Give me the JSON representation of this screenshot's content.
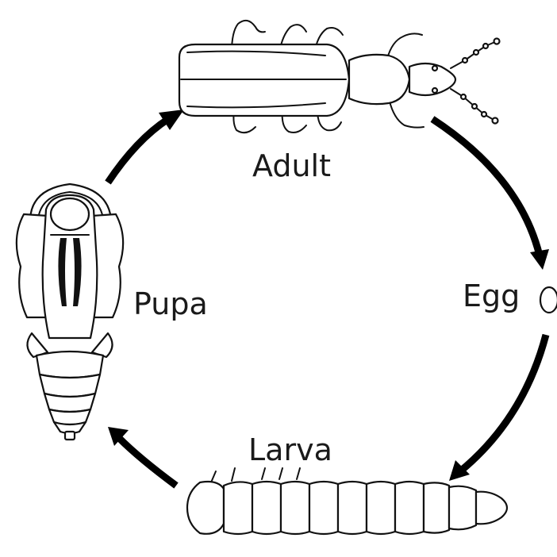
{
  "diagram": {
    "stages": [
      {
        "id": "adult",
        "label": "Adult",
        "icon": "beetle-adult-icon"
      },
      {
        "id": "egg",
        "label": "Egg",
        "icon": "egg-icon"
      },
      {
        "id": "larva",
        "label": "Larva",
        "icon": "larva-icon"
      },
      {
        "id": "pupa",
        "label": "Pupa",
        "icon": "pupa-icon"
      }
    ],
    "cycle_order": [
      "adult",
      "egg",
      "larva",
      "pupa"
    ],
    "colors": {
      "ink": "#111111",
      "arrow": "#000000",
      "background": "#ffffff"
    }
  }
}
